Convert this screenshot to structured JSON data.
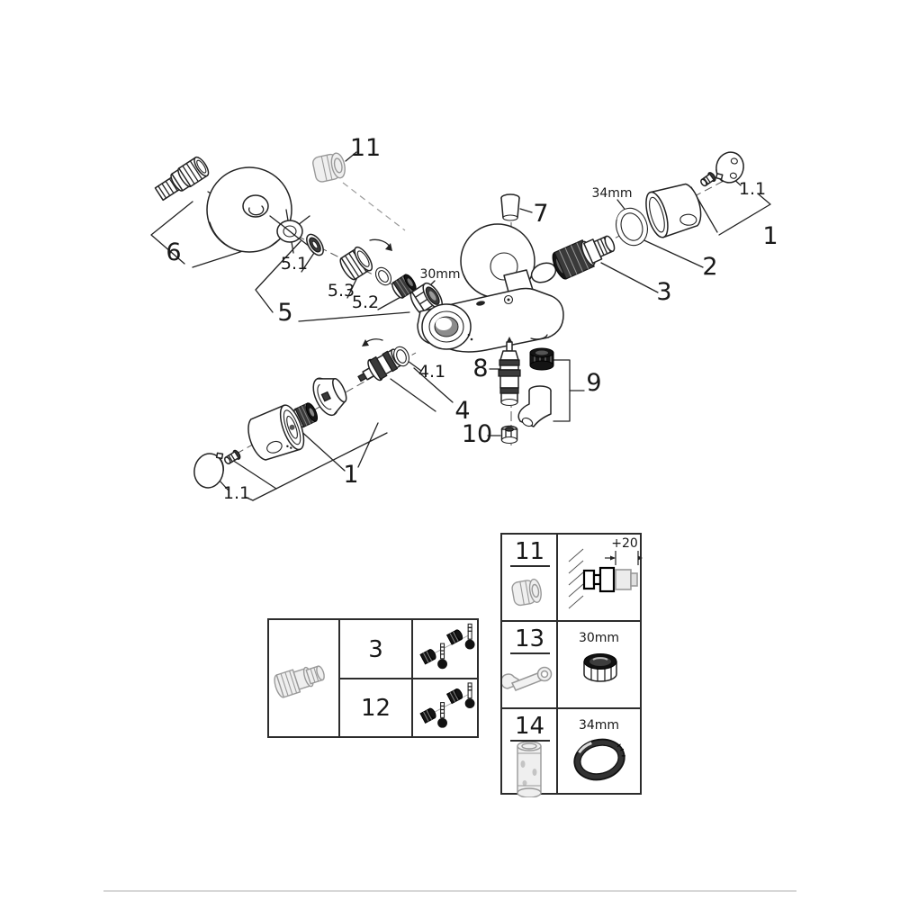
{
  "colors": {
    "ink": "#222222",
    "gray_part": "#999999",
    "background": "#ffffff",
    "divider": "#d7d7d7"
  },
  "diagram": {
    "title_hint": "exploded-parts-diagram-thermostatic-bath-mixer",
    "callouts": [
      {
        "label": "11"
      },
      {
        "label": "6"
      },
      {
        "label": "5.1"
      },
      {
        "label": "5.3"
      },
      {
        "label": "5"
      },
      {
        "label": "5.2"
      },
      {
        "label": "30mm"
      },
      {
        "label": "7"
      },
      {
        "label": "34mm"
      },
      {
        "label": "1.1"
      },
      {
        "label": "1"
      },
      {
        "label": "2"
      },
      {
        "label": "3"
      },
      {
        "label": "8"
      },
      {
        "label": "9"
      },
      {
        "label": "4.1"
      },
      {
        "label": "4"
      },
      {
        "label": "10"
      },
      {
        "label": "1"
      },
      {
        "label": "1.1"
      }
    ]
  },
  "tables": {
    "left": {
      "rows": [
        {
          "part": "3"
        },
        {
          "part": "12"
        }
      ]
    },
    "right": {
      "rows": [
        {
          "part": "11",
          "dim": "+20"
        },
        {
          "part": "13",
          "dim": "30mm"
        },
        {
          "part": "14",
          "dim": "34mm"
        }
      ]
    }
  }
}
